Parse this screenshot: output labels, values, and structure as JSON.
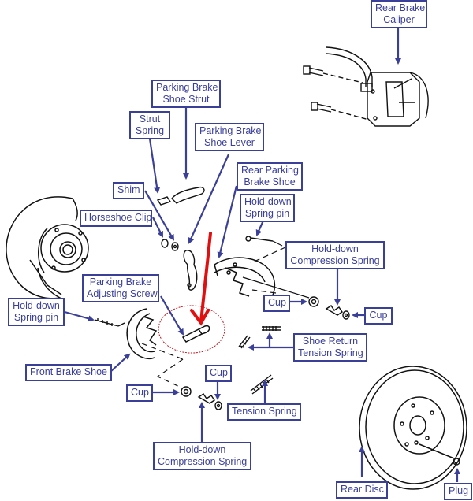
{
  "diagram": {
    "title": "Rear Disc Brake / Parking Brake Exploded View",
    "colors": {
      "label_border": "#3a3f98",
      "label_text": "#3a3f98",
      "leader": "#3a3f98",
      "linework": "#111111",
      "highlight_arrow": "#e01010",
      "highlight_circle": "#c0101a"
    },
    "labels": {
      "rear_brake_caliper": [
        "Rear Brake",
        "Caliper"
      ],
      "parking_brake_shoe_strut": [
        "Parking Brake",
        "Shoe Strut"
      ],
      "strut_spring": [
        "Strut",
        "Spring"
      ],
      "parking_brake_shoe_lever": [
        "Parking Brake",
        "Shoe Lever"
      ],
      "shim": [
        "Shim"
      ],
      "rear_parking_brake_shoe": [
        "Rear Parking",
        "Brake Shoe"
      ],
      "hold_down_spring_pin_right": [
        "Hold-down",
        "Spring pin"
      ],
      "horseshoe_clip": [
        "Horseshoe Clip"
      ],
      "hold_down_compression_spring_right": [
        "Hold-down",
        "Compression Spring"
      ],
      "parking_brake_adjusting_screw": [
        "Parking Brake",
        "Adjusting Screw"
      ],
      "cup_mid": [
        "Cup"
      ],
      "cup_right": [
        "Cup"
      ],
      "hold_down_spring_pin_left": [
        "Hold-down",
        "Spring pin"
      ],
      "shoe_return_tension_spring": [
        "Shoe Return",
        "Tension Spring"
      ],
      "front_brake_shoe": [
        "Front Brake Shoe"
      ],
      "cup_lower_right": [
        "Cup"
      ],
      "cup_lower_left": [
        "Cup"
      ],
      "tension_spring": [
        "Tension Spring"
      ],
      "hold_down_compression_spring_bottom": [
        "Hold-down",
        "Compression Spring"
      ],
      "rear_disc": [
        "Rear Disc"
      ],
      "plug": [
        "Plug"
      ]
    },
    "highlight": {
      "target": "Parking Brake Adjusting Screw",
      "marker": "red arrow and circle"
    }
  }
}
